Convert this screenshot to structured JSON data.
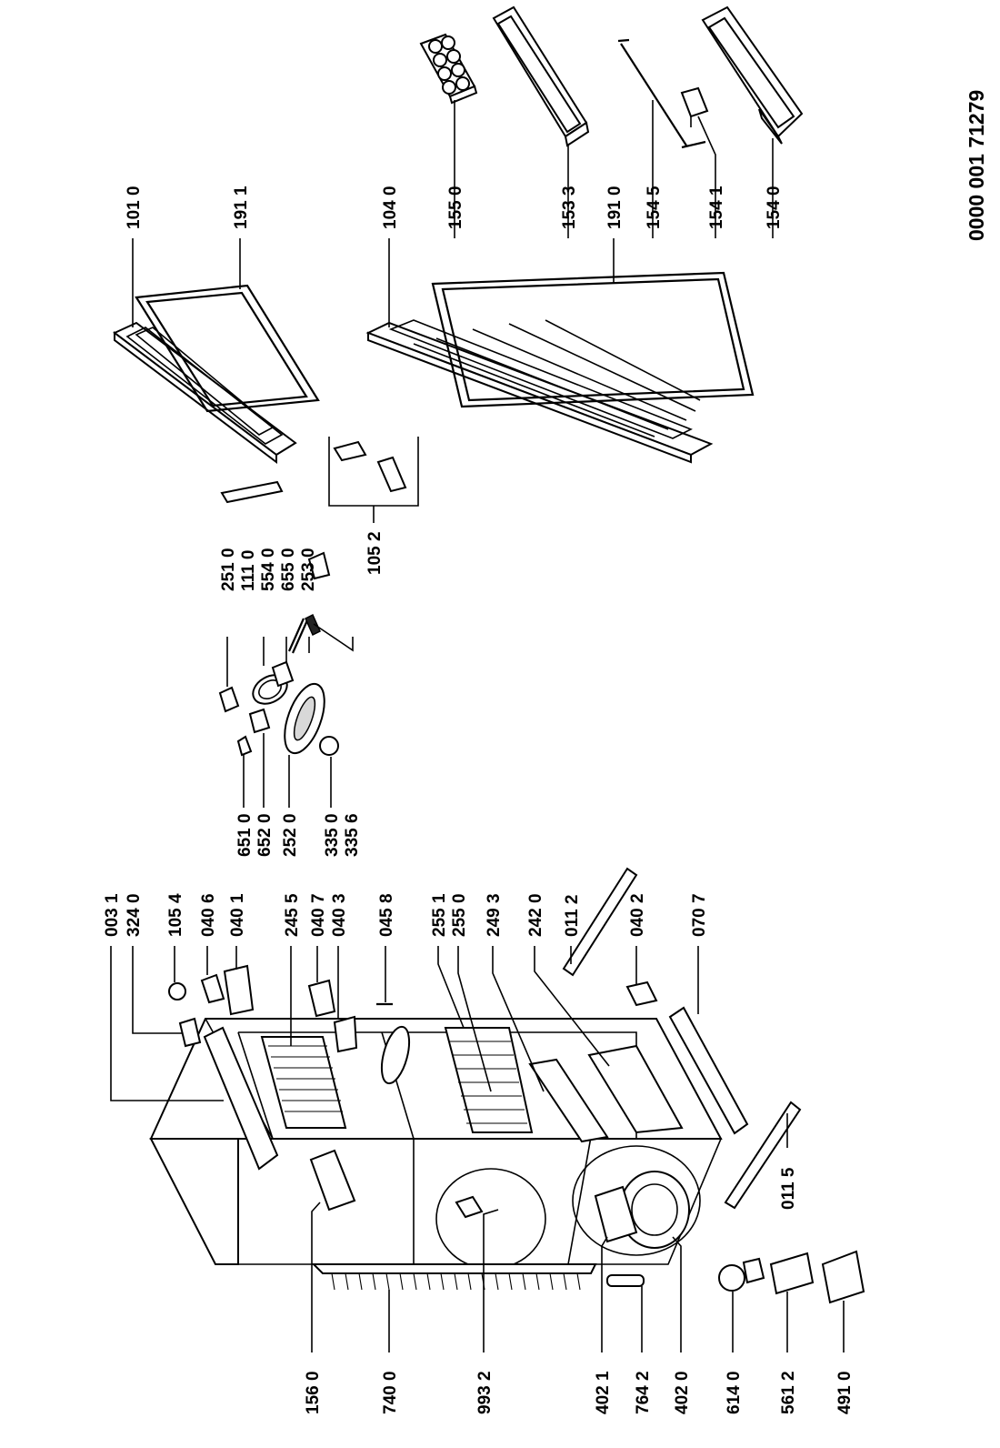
{
  "diagram_id": "0000 001 71279",
  "labels": {
    "l0031": "003 1",
    "l3240": "324 0",
    "l1054": "105 4",
    "l0406": "040 6",
    "l0401": "040 1",
    "l2455": "245 5",
    "l0407": "040 7",
    "l0403": "040 3",
    "l0458": "045 8",
    "l2551": "255 1",
    "l2550": "255 0",
    "l2493": "249 3",
    "l2420": "242 0",
    "l0112": "011 2",
    "l0402": "040 2",
    "l0707": "070 7",
    "l6510": "651 0",
    "l6520": "652 0",
    "l2520": "252 0",
    "l3350": "335 0",
    "l3356": "335 6",
    "l2510": "251 0",
    "l1110": "111 0",
    "l5540": "554 0",
    "l6550": "655 0",
    "l2530": "253 0",
    "l1052": "105 2",
    "l1010": "101 0",
    "l1911": "191 1",
    "l1040": "104 0",
    "l1550": "155 0",
    "l1533": "153 3",
    "l1910": "191 0",
    "l1545": "154 5",
    "l1541": "154 1",
    "l1540": "154 0",
    "l1560": "156 0",
    "l7400": "740 0",
    "l9932": "993 2",
    "l4021": "402 1",
    "l7642": "764 2",
    "l4020": "402 0",
    "l6140": "614 0",
    "l5612": "561 2",
    "l4910": "491 0",
    "l0115": "011 5"
  }
}
